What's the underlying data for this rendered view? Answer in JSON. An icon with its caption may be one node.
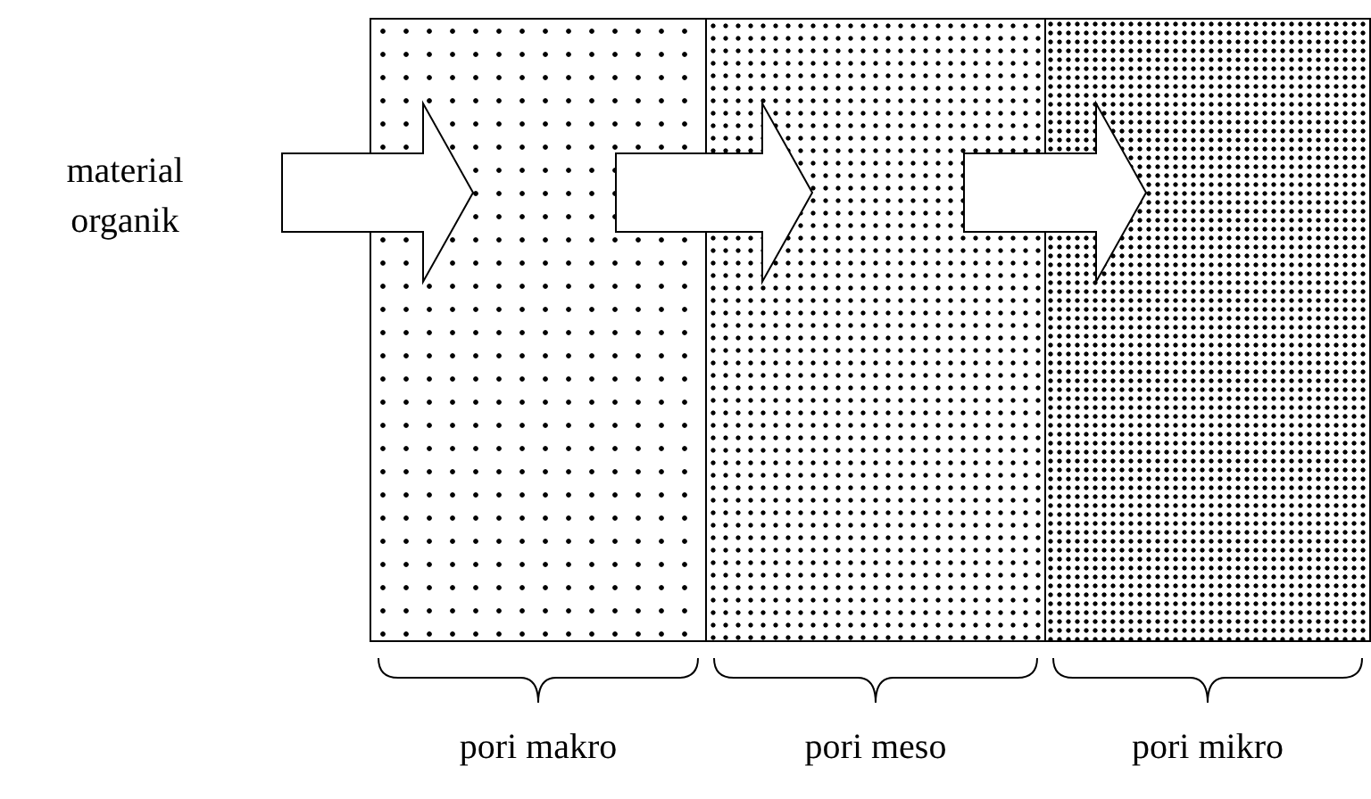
{
  "diagram": {
    "nodes": [
      {
        "text": [
          "material organik"
        ]
      },
      {
        "text": [],
        "shape": "box",
        "beside": [
          "pori makro"
        ]
      },
      {
        "text": [],
        "shape": "box",
        "beside": [
          "pori meso"
        ]
      },
      {
        "text": [],
        "shape": "box",
        "beside": [
          "pori mikro"
        ]
      }
    ],
    "edges": [
      {
        "from": 0,
        "to": 1,
        "arrow": "to"
      },
      {
        "from": 1,
        "to": 2,
        "arrow": "to"
      },
      {
        "from": 2,
        "to": 3,
        "arrow": "to"
      }
    ]
  }
}
